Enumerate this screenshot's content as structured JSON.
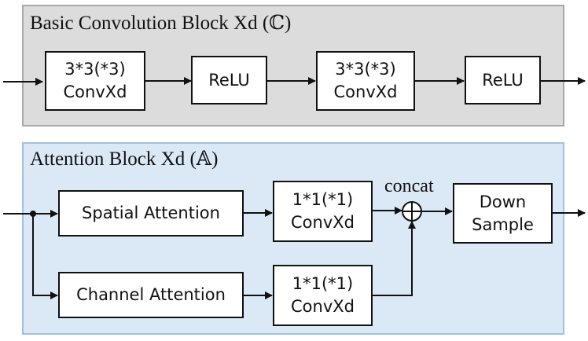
{
  "conv_block": {
    "title": "Basic Convolution Block Xd (ℂ)",
    "nodes": [
      {
        "id": "conv1",
        "label": "3*3(*3)\nConvXd"
      },
      {
        "id": "relu1",
        "label": "ReLU"
      },
      {
        "id": "conv2",
        "label": "3*3(*3)\nConvXd"
      },
      {
        "id": "relu2",
        "label": "ReLU"
      }
    ]
  },
  "attention_block": {
    "title": "Attention Block Xd (𝔸)",
    "nodes": [
      {
        "id": "spatial",
        "label": "Spatial Attention"
      },
      {
        "id": "channel",
        "label": "Channel Attention"
      },
      {
        "id": "conv_top",
        "label": "1*1(*1)\nConvXd"
      },
      {
        "id": "conv_bottom",
        "label": "1*1(*1)\nConvXd"
      },
      {
        "id": "down",
        "label": "Down\nSample"
      }
    ],
    "concat_label": "concat"
  },
  "colors": {
    "conv_panel_bg": "#dcdcdc",
    "conv_panel_border": "#a8a8a8",
    "attention_panel_bg": "#dbe8f6",
    "attention_panel_border": "#9ec2e2",
    "stroke": "#111111"
  }
}
